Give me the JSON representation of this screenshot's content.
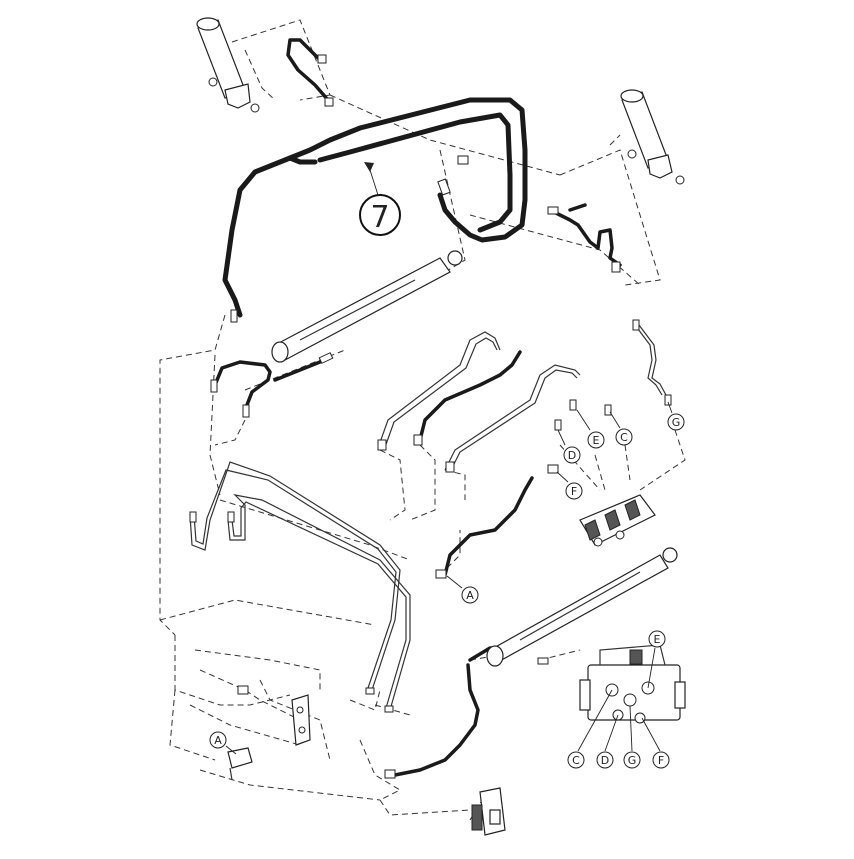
{
  "main_callout": {
    "label": "7"
  },
  "letter_callouts": {
    "d1": "D",
    "e1": "E",
    "c1": "C",
    "g1": "G",
    "f1": "F",
    "a1": "A",
    "a2": "A",
    "e2": "E",
    "c2": "C",
    "d2": "D",
    "g2": "G",
    "f2": "F"
  }
}
